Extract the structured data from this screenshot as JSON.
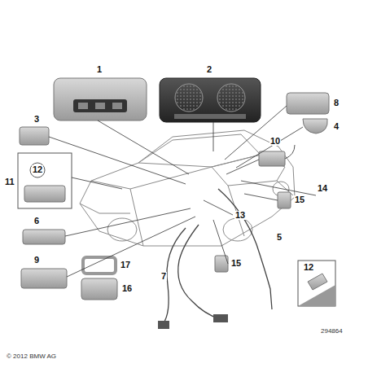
{
  "diagram": {
    "labels": [
      "1",
      "2",
      "8",
      "4",
      "3",
      "12",
      "11",
      "10",
      "6",
      "14",
      "15",
      "13",
      "5",
      "9",
      "15",
      "17",
      "7",
      "16",
      "12",
      "294864",
      "© 2012 BMW AG"
    ]
  }
}
